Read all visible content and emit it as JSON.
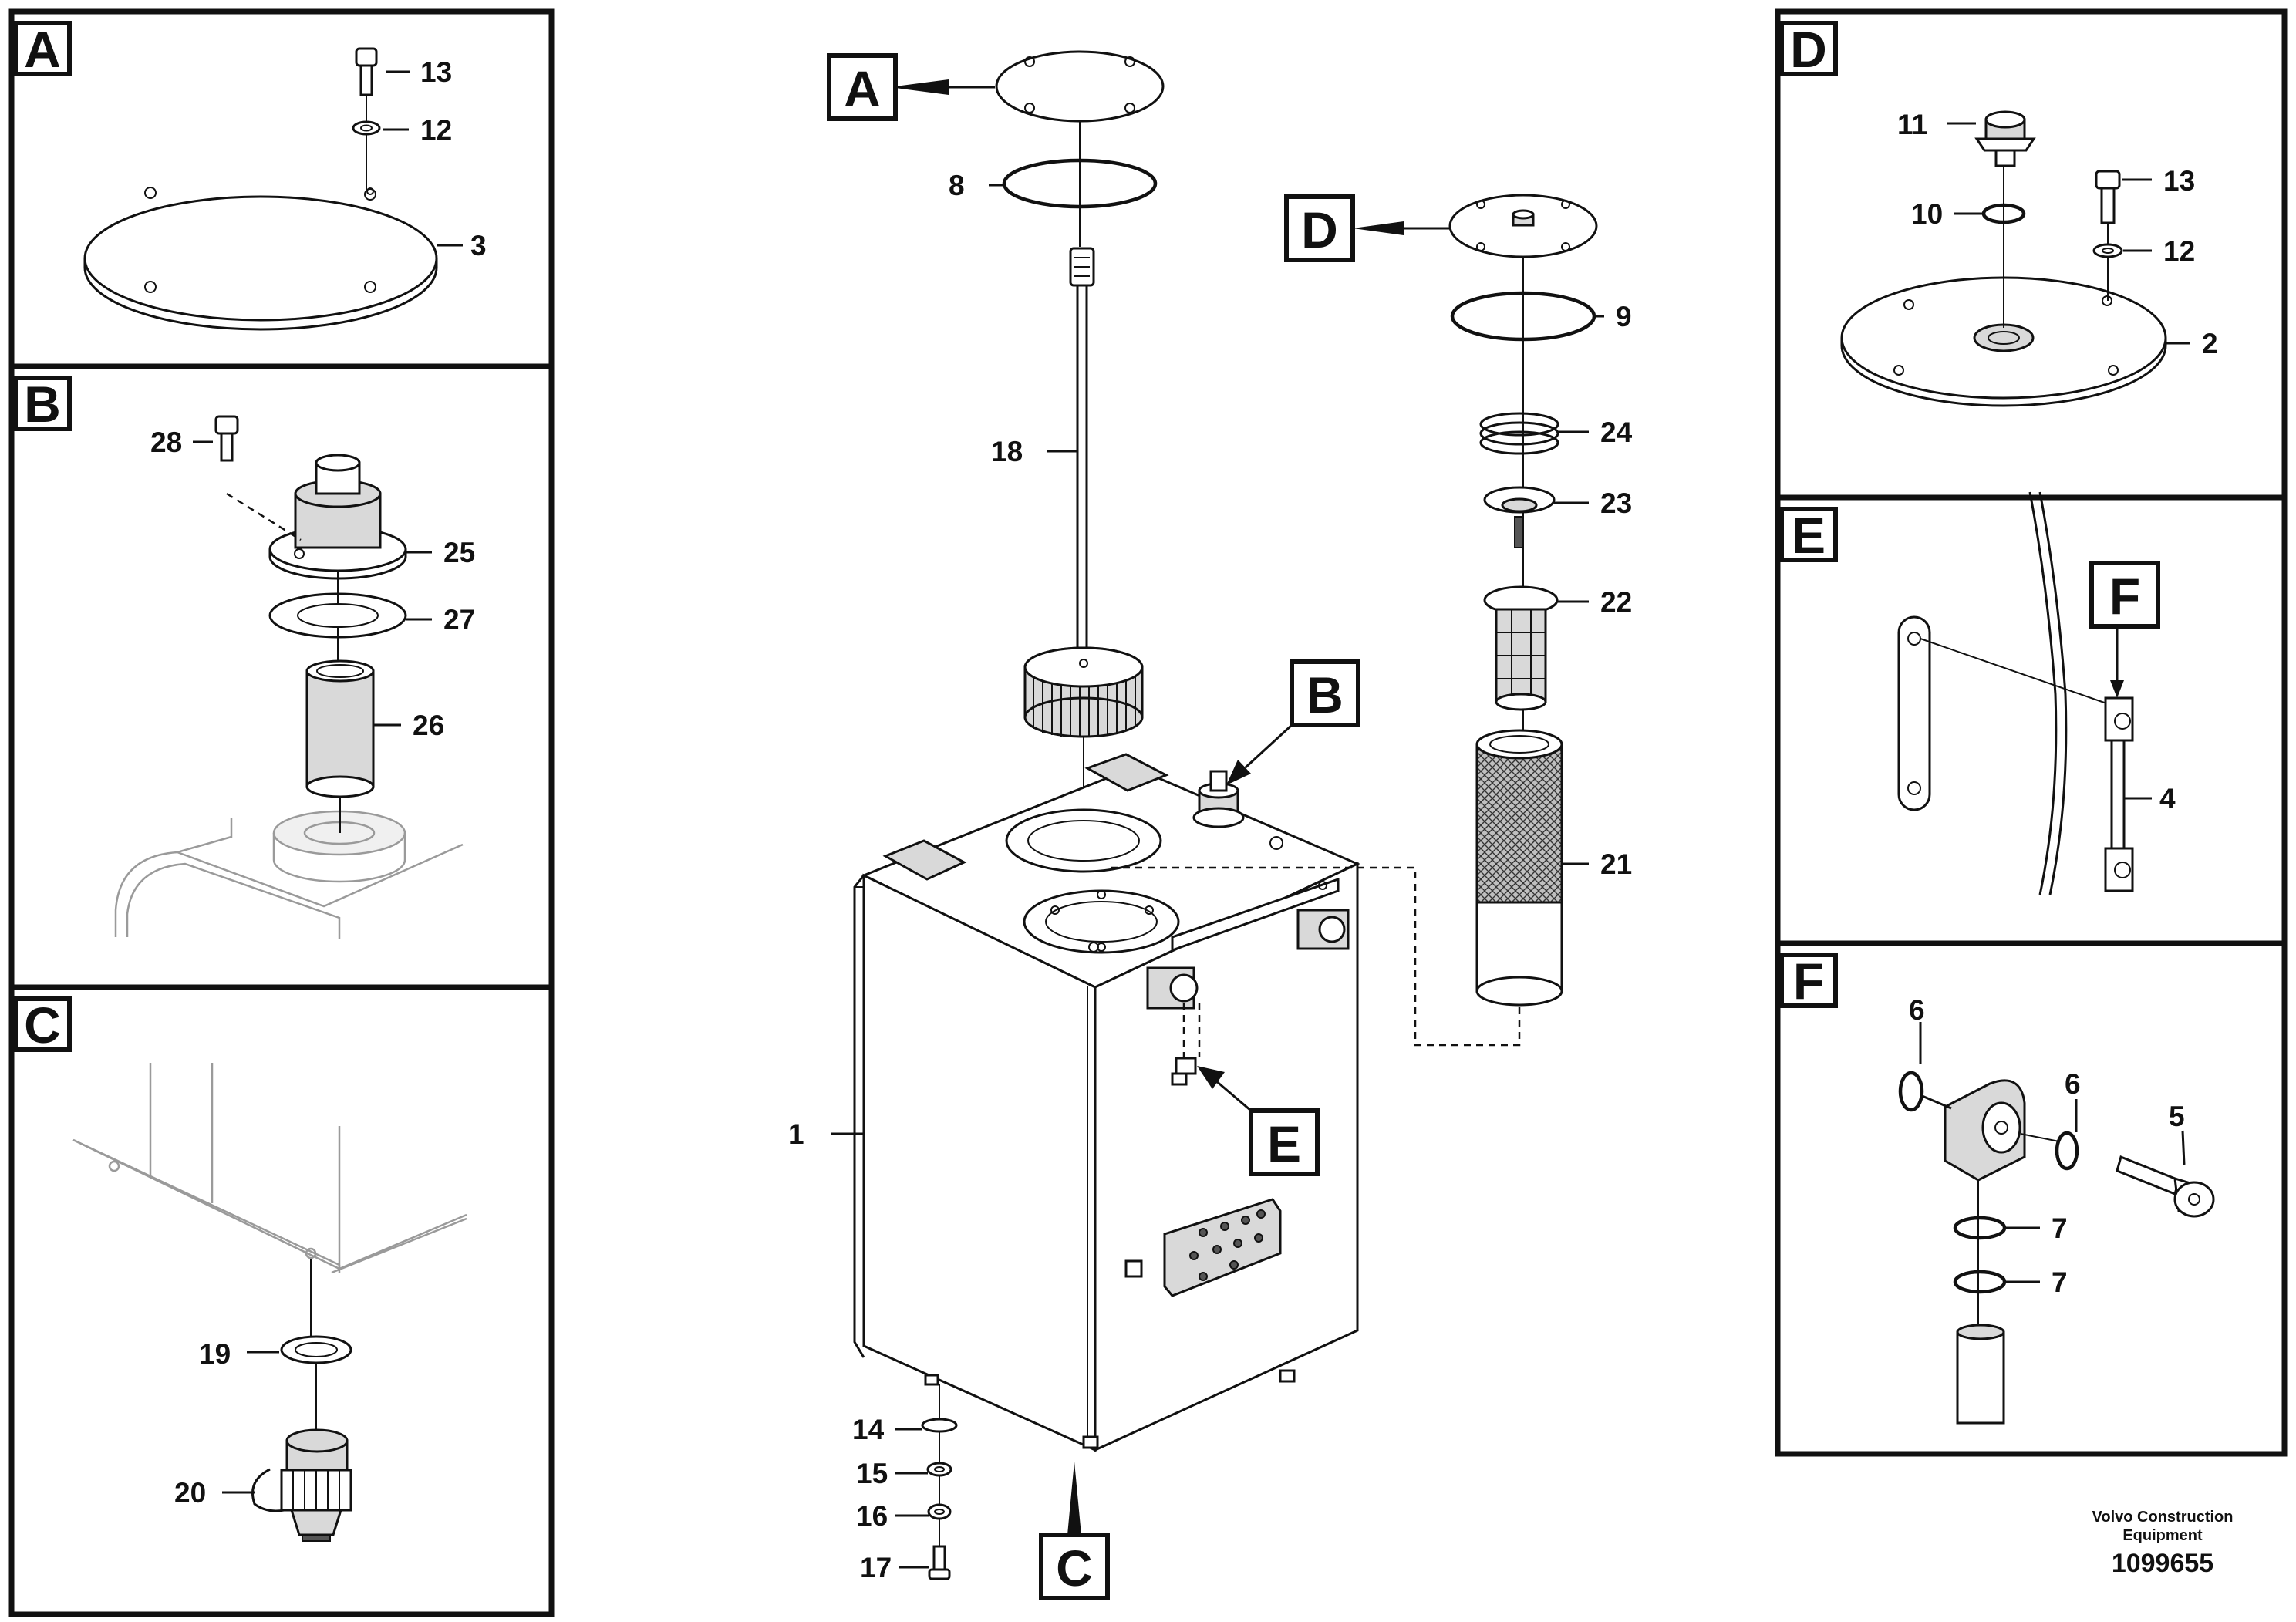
{
  "detail_views": {
    "A": {
      "letter": "A",
      "callouts": [
        "13",
        "12",
        "3"
      ]
    },
    "B": {
      "letter": "B",
      "callouts": [
        "28",
        "25",
        "27",
        "26"
      ]
    },
    "C": {
      "letter": "C",
      "callouts": [
        "19",
        "20"
      ]
    },
    "D": {
      "letter": "D",
      "callouts": [
        "11",
        "13",
        "10",
        "12",
        "2"
      ]
    },
    "E": {
      "letter": "E",
      "inner_ref": "F",
      "callouts": [
        "4"
      ]
    },
    "F": {
      "letter": "F",
      "callouts": [
        "6",
        "6",
        "5",
        "7",
        "7"
      ]
    }
  },
  "main_view": {
    "ref_labels": {
      "A": "A",
      "B": "B",
      "C": "C",
      "D": "D",
      "E": "E"
    },
    "callouts": {
      "c8": "8",
      "c18": "18",
      "c1": "1",
      "c14": "14",
      "c15": "15",
      "c16": "16",
      "c17": "17",
      "c9": "9",
      "c24": "24",
      "c23": "23",
      "c22": "22",
      "c21": "21"
    }
  },
  "footer": {
    "company_line1": "Volvo Construction",
    "company_line2": "Equipment",
    "drawing_number": "1099655"
  }
}
